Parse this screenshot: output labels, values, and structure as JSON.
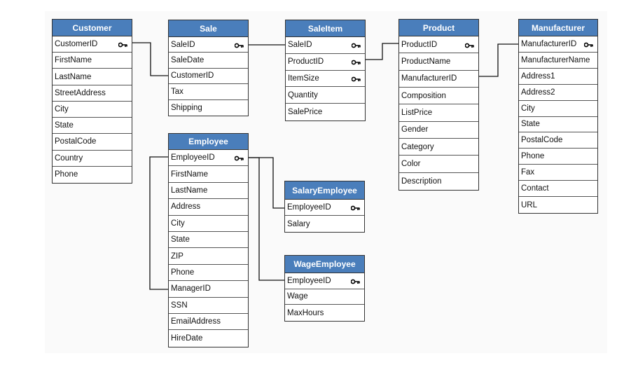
{
  "entities": {
    "customer": {
      "title": "Customer",
      "fields": [
        "CustomerID",
        "FirstName",
        "LastName",
        "StreetAddress",
        "City",
        "State",
        "PostalCode",
        "Country",
        "Phone"
      ],
      "keys": [
        0
      ]
    },
    "sale": {
      "title": "Sale",
      "fields": [
        "SaleID",
        "SaleDate",
        "CustomerID",
        "Tax",
        "Shipping"
      ],
      "keys": [
        0
      ]
    },
    "saleitem": {
      "title": "SaleItem",
      "fields": [
        "SaleID",
        "ProductID",
        "ItemSize",
        "Quantity",
        "SalePrice"
      ],
      "keys": [
        0,
        1,
        2
      ]
    },
    "product": {
      "title": "Product",
      "fields": [
        "ProductID",
        "ProductName",
        "ManufacturerID",
        "Composition",
        "ListPrice",
        "Gender",
        "Category",
        "Color",
        "Description"
      ],
      "keys": [
        0
      ]
    },
    "manufacturer": {
      "title": "Manufacturer",
      "fields": [
        "ManufacturerID",
        "ManufacturerName",
        "Address1",
        "Address2",
        "City",
        "State",
        "PostalCode",
        "Phone",
        "Fax",
        "Contact",
        "URL"
      ],
      "keys": [
        0
      ]
    },
    "employee": {
      "title": "Employee",
      "fields": [
        "EmployeeID",
        "FirstName",
        "LastName",
        "Address",
        "City",
        "State",
        "ZIP",
        "Phone",
        "ManagerID",
        "SSN",
        "EmailAddress",
        "HireDate"
      ],
      "keys": [
        0
      ]
    },
    "salaryemployee": {
      "title": "SalaryEmployee",
      "fields": [
        "EmployeeID",
        "Salary"
      ],
      "keys": [
        0
      ]
    },
    "wageemployee": {
      "title": "WageEmployee",
      "fields": [
        "EmployeeID",
        "Wage",
        "MaxHours"
      ],
      "keys": [
        0
      ]
    }
  },
  "colors": {
    "header": "#4a7ebb",
    "border": "#333333",
    "line": "#111111"
  },
  "icons": {
    "primary_key": "key-icon"
  }
}
